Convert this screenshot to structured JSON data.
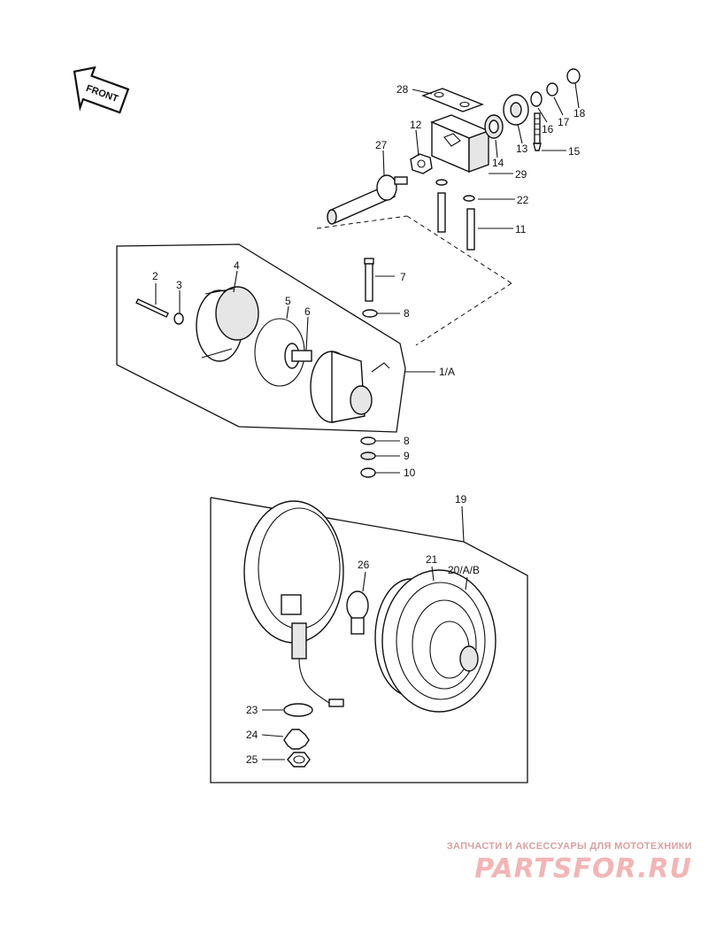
{
  "badge": {
    "text": "FRONT"
  },
  "callouts": [
    {
      "id": "c28",
      "text": "28"
    },
    {
      "id": "c12",
      "text": "12"
    },
    {
      "id": "c27",
      "text": "27"
    },
    {
      "id": "c14",
      "text": "14"
    },
    {
      "id": "c13",
      "text": "13"
    },
    {
      "id": "c16",
      "text": "16"
    },
    {
      "id": "c17",
      "text": "17"
    },
    {
      "id": "c18",
      "text": "18"
    },
    {
      "id": "c15",
      "text": "15"
    },
    {
      "id": "c29",
      "text": "29"
    },
    {
      "id": "c22",
      "text": "22"
    },
    {
      "id": "c11",
      "text": "11"
    },
    {
      "id": "c7",
      "text": "7"
    },
    {
      "id": "c8a",
      "text": "8"
    },
    {
      "id": "c2",
      "text": "2"
    },
    {
      "id": "c3",
      "text": "3"
    },
    {
      "id": "c4",
      "text": "4"
    },
    {
      "id": "c5",
      "text": "5"
    },
    {
      "id": "c6",
      "text": "6"
    },
    {
      "id": "c1a",
      "text": "1/A"
    },
    {
      "id": "c8b",
      "text": "8"
    },
    {
      "id": "c9",
      "text": "9"
    },
    {
      "id": "c10",
      "text": "10"
    },
    {
      "id": "c19",
      "text": "19"
    },
    {
      "id": "c26",
      "text": "26"
    },
    {
      "id": "c21",
      "text": "21"
    },
    {
      "id": "c20",
      "text": "20/A/B"
    },
    {
      "id": "c23",
      "text": "23"
    },
    {
      "id": "c24",
      "text": "24"
    },
    {
      "id": "c25",
      "text": "25"
    }
  ],
  "watermark": {
    "caption": "ЗАПЧАСТИ И АКСЕССУАРЫ ДЛЯ МОТОТЕХНИКИ",
    "logo": "PARTSFOR.RU"
  }
}
